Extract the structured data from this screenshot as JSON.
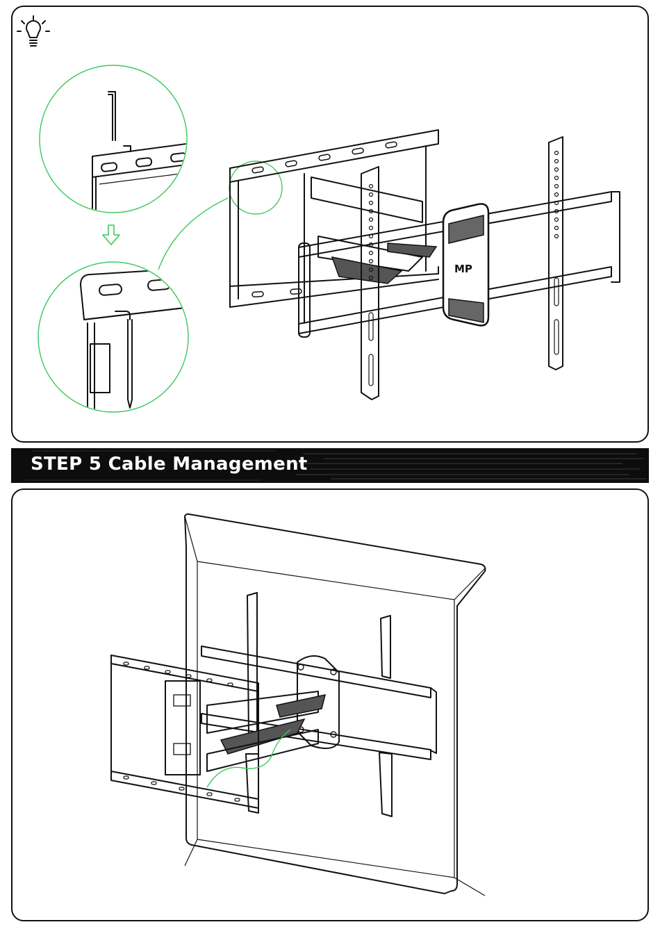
{
  "step": {
    "number_label": "STEP 5",
    "title": "Cable Management"
  },
  "icons": {
    "tip": "lightbulb-icon",
    "arrow": "down-arrow-icon",
    "logo": "mount-logo-icon"
  },
  "logo_text": "MP",
  "colors": {
    "outline": "#111111",
    "callout": "#3cc85a",
    "bar_background": "#0d0d0d",
    "bar_text": "#ffffff"
  }
}
